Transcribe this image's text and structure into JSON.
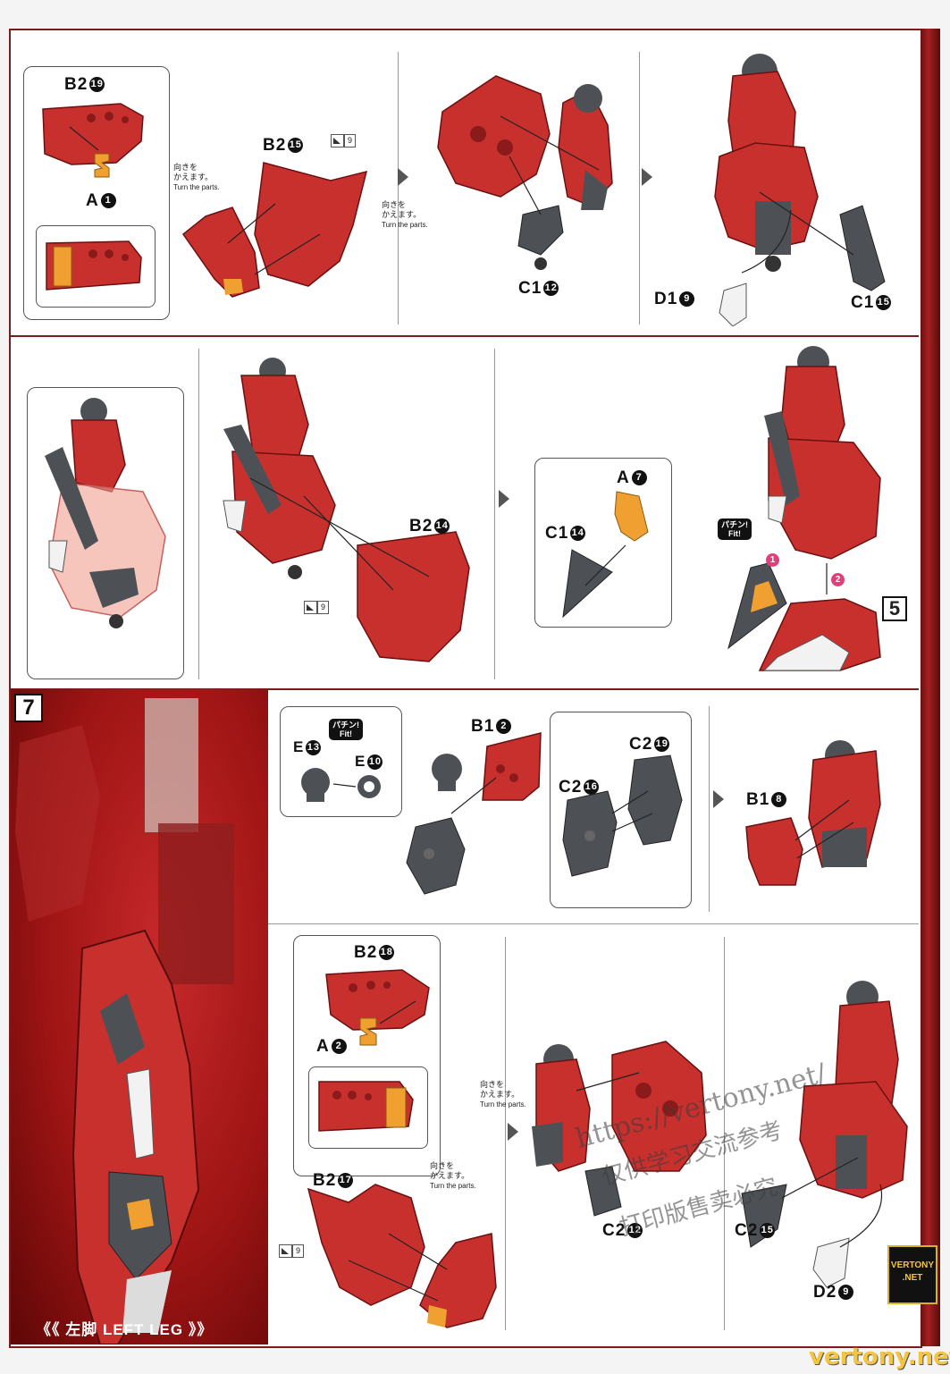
{
  "colors": {
    "part_red": "#c8302e",
    "part_grey": "#4d5156",
    "part_orange": "#f0a030",
    "frame": "#7a1c1c"
  },
  "notes": {
    "turn_jp_line1": "向きを",
    "turn_jp_line2": "かえます。",
    "turn_en": "Turn the parts."
  },
  "fit": {
    "jp": "パチン!",
    "en": "Fit!"
  },
  "stickers": {
    "num": "9"
  },
  "row1": {
    "b2_19": "B2",
    "b2_19_n": "19",
    "a1": "A",
    "a1_n": "1",
    "b2_15": "B2",
    "b2_15_n": "15",
    "c1_12": "C1",
    "c1_12_n": "12",
    "d1_9": "D1",
    "d1_9_n": "9",
    "c1_15": "C1",
    "c1_15_n": "15"
  },
  "row2": {
    "b2_14": "B2",
    "b2_14_n": "14",
    "a7": "A",
    "a7_n": "7",
    "c1_14": "C1",
    "c1_14_n": "14",
    "pink1": "1",
    "pink2": "2",
    "step5": "5"
  },
  "section": {
    "number": "7",
    "title": "《《 左脚 LEFT LEG 》》"
  },
  "row3": {
    "e13": "E",
    "e13_n": "13",
    "e10": "E",
    "e10_n": "10",
    "b1_2": "B1",
    "b1_2_n": "2",
    "c2_19": "C2",
    "c2_19_n": "19",
    "c2_16": "C2",
    "c2_16_n": "16",
    "b1_8": "B1",
    "b1_8_n": "8"
  },
  "row4": {
    "b2_18": "B2",
    "b2_18_n": "18",
    "a2": "A",
    "a2_n": "2",
    "b2_17": "B2",
    "b2_17_n": "17",
    "c2_12": "C2",
    "c2_12_n": "12",
    "c2_15": "C2",
    "c2_15_n": "15",
    "d2_9": "D2",
    "d2_9_n": "9"
  },
  "watermarks": {
    "url": "https://vertony.net/",
    "cn1": "仅供学习交流参考",
    "cn2": "打印版售卖必究",
    "badge_line1": "VERTONY",
    "badge_line2": ".NET",
    "footer": "vertony.net"
  }
}
